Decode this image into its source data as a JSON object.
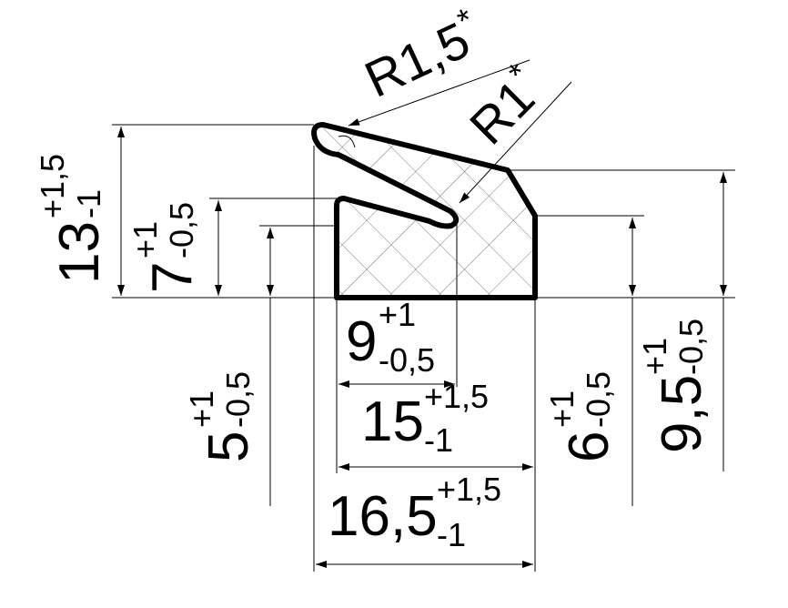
{
  "drawing": {
    "radii": [
      {
        "nominal": "R1,5",
        "mark": "*"
      },
      {
        "nominal": "R1",
        "mark": "*"
      }
    ],
    "dimensions": {
      "h13": {
        "nominal": "13",
        "upper": "+1,5",
        "lower": "-1"
      },
      "h7": {
        "nominal": "7",
        "upper": "+1",
        "lower": "-0,5"
      },
      "h5": {
        "nominal": "5",
        "upper": "+1",
        "lower": "-0,5"
      },
      "w9": {
        "nominal": "9",
        "upper": "+1",
        "lower": "-0,5"
      },
      "w15": {
        "nominal": "15",
        "upper": "+1,5",
        "lower": "-1"
      },
      "w165": {
        "nominal": "16,5",
        "upper": "+1,5",
        "lower": "-1"
      },
      "h6": {
        "nominal": "6",
        "upper": "+1",
        "lower": "-0,5"
      },
      "h95": {
        "nominal": "9,5",
        "upper": "+1",
        "lower": "-0,5"
      }
    }
  }
}
